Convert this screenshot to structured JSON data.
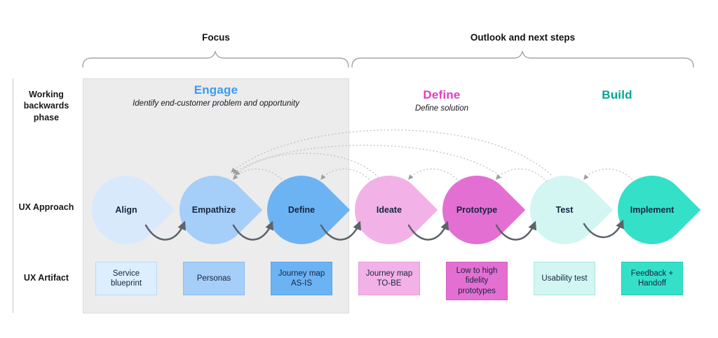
{
  "brackets": {
    "focus_label": "Focus",
    "outlook_label": "Outlook and next steps"
  },
  "row_labels": {
    "phase": "Working backwards phase",
    "approach": "UX Approach",
    "artifact": "UX Artifact"
  },
  "phases": [
    {
      "name": "Engage",
      "subtitle": "Identify end-customer problem and opportunity",
      "color": "#3d9af2"
    },
    {
      "name": "Define",
      "subtitle": "Define solution",
      "color": "#e23ec2"
    },
    {
      "name": "Build",
      "subtitle": "",
      "color": "#00a795"
    }
  ],
  "approach_steps": [
    {
      "label": "Align",
      "color": "#d9e9fc"
    },
    {
      "label": "Empathize",
      "color": "#a5cef8"
    },
    {
      "label": "Define",
      "color": "#6cb3f4"
    },
    {
      "label": "Ideate",
      "color": "#f2b2e7"
    },
    {
      "label": "Prototype",
      "color": "#e46fd3"
    },
    {
      "label": "Test",
      "color": "#d3f6f2"
    },
    {
      "label": "Implement",
      "color": "#35e0c9"
    }
  ],
  "artifacts": [
    {
      "label": "Service blueprint",
      "color": "#ddeefe",
      "border": "#b9d9f9"
    },
    {
      "label": "Personas",
      "color": "#a5cef8",
      "border": "#8ebdf0"
    },
    {
      "label": "Journey map AS-IS",
      "color": "#6cb3f4",
      "border": "#58a3ea"
    },
    {
      "label": "Journey map TO-BE",
      "color": "#f2b2e7",
      "border": "#e79ad9"
    },
    {
      "label": "Low to high fidelity prototypes",
      "color": "#e46fd3",
      "border": "#d55cc4"
    },
    {
      "label": "Usability test",
      "color": "#d3f6f2",
      "border": "#a9e8e0"
    },
    {
      "label": "Feedback + Handoff",
      "color": "#35e0c9",
      "border": "#25cdb6"
    }
  ]
}
